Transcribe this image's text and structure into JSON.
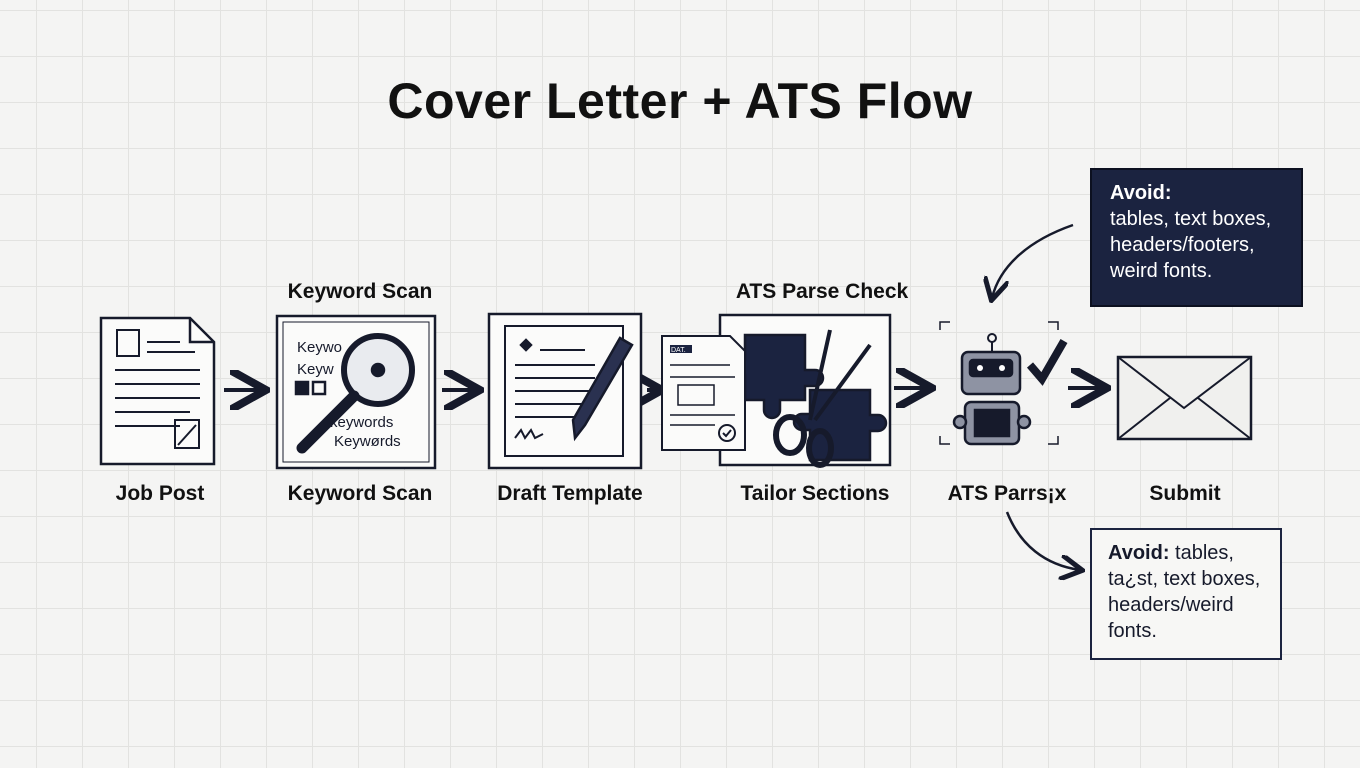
{
  "title": "Cover Letter + ATS Flow",
  "top_labels": {
    "keyword_scan": "Keyword Scan",
    "ats_parse_check": "ATS Parse Check"
  },
  "steps": [
    {
      "label": "Job Post",
      "icon": "document-icon"
    },
    {
      "label": "Keyword Scan",
      "icon": "magnifier-icon"
    },
    {
      "label": "Draft Template",
      "icon": "pencil-document-icon"
    },
    {
      "label": "Tailor Sections",
      "icon": "puzzle-scissors-icon"
    },
    {
      "label": "ATS Parrs¡x",
      "icon": "robot-icon"
    },
    {
      "label": "Submit",
      "icon": "envelope-icon"
    }
  ],
  "keyword_icon_text": [
    "Keywo",
    "Keyw",
    "keywords",
    "Keywørds"
  ],
  "doc_tag": "DAT.",
  "callout_dark": {
    "heading": "Avoid:",
    "lines": [
      "tables, text boxes,",
      "headers/footers,",
      "weird fonts."
    ]
  },
  "callout_light": {
    "heading": "Avoid:",
    "lines": [
      " tables,",
      "ta¿st, text boxes,",
      "headers/weird",
      "fonts."
    ]
  },
  "colors": {
    "ink": "#161a2b",
    "callout_fill": "#1b2340",
    "background": "#f4f4f3"
  }
}
